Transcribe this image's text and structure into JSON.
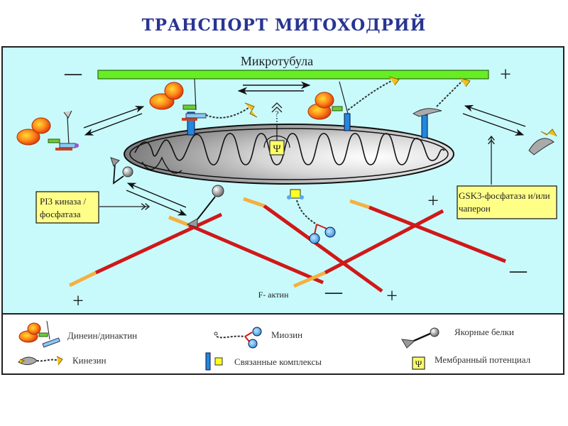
{
  "title": "ТРАНСПОРТ МИТОХОДРИЙ",
  "diagram": {
    "microtubule_label": "Микротубула",
    "microtubule_minus": "—",
    "microtubule_plus": "+",
    "question_mark": "?",
    "psi_symbol": "Ψ",
    "pi3_box": {
      "line1": "PI3 киназа /",
      "line2": "фосфатаза"
    },
    "gsk3_box": {
      "line1": "GSK3-фосфатаза и/или",
      "line2": "чаперон"
    },
    "f_actin_label": "F- актин",
    "actin_ends": {
      "plus": "+",
      "minus": "—"
    }
  },
  "legend": {
    "items": [
      {
        "label": "Динеин/динактин",
        "icon": "dynein-dynactin-icon"
      },
      {
        "label": "Миозин",
        "icon": "myosin-icon"
      },
      {
        "label": "Якорные белки",
        "icon": "anchor-protein-icon"
      },
      {
        "label": "Кинезин",
        "icon": "kinesin-icon"
      },
      {
        "label": "Связанные комплексы",
        "icon": "bound-complex-icon"
      },
      {
        "label": "Мембранный потенциал",
        "icon": "membrane-potential-icon"
      }
    ]
  },
  "colors": {
    "title": "#283593",
    "diagram_bg": "#c8fafc",
    "microtubule": "#66ee22",
    "actin": "#d01818",
    "actin_plus_end": "#f5b040",
    "label_box": "#ffff88",
    "connector_blue": "#2288dd",
    "myosin_head": "#55aaee"
  }
}
